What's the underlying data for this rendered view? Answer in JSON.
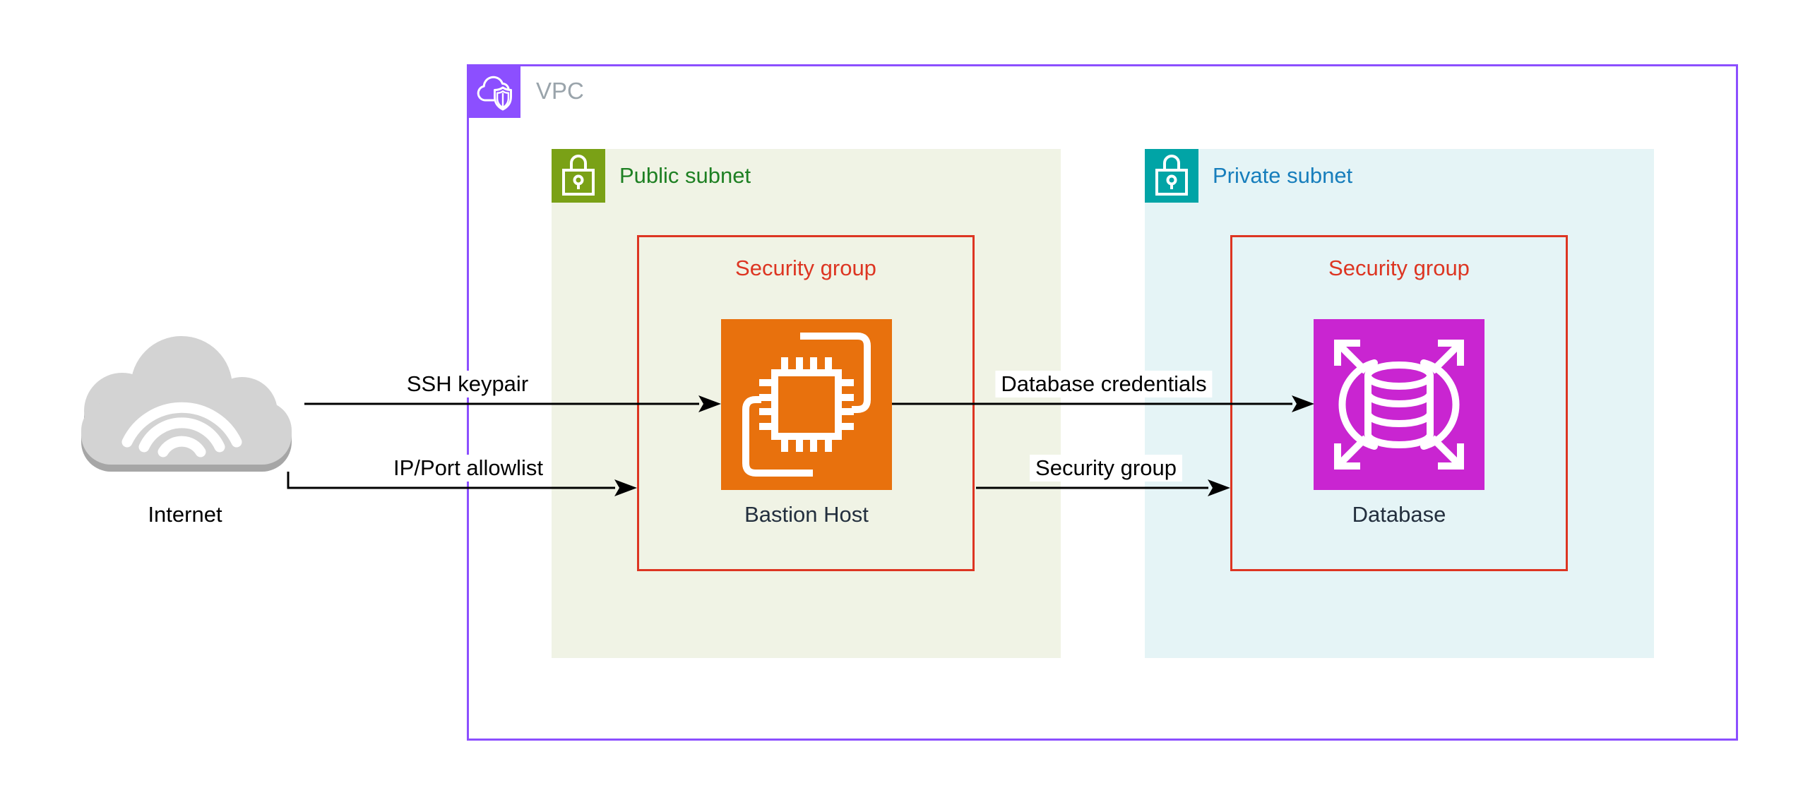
{
  "theme": {
    "canvas_bg": "#FFFFFF",
    "vpc_border": "#8C4FFF",
    "vpc_label_color": "#9AA4AB",
    "public_subnet_fill": "#F0F3E5",
    "public_subnet_icon_bg": "#7AA116",
    "public_subnet_label_color": "#1E8023",
    "private_subnet_fill": "#E5F4F6",
    "private_subnet_icon_bg": "#01A4A6",
    "private_subnet_label_color": "#177EBC",
    "security_group_color": "#DD3522",
    "bastion_icon_bg": "#E8710D",
    "database_icon_bg": "#C925D1",
    "node_label_color": "#232F3E",
    "arrow_color": "#000000",
    "edge_label_color": "#000000",
    "cloud_fill": "#D3D3D3",
    "cloud_shadow": "#A6A6A6"
  },
  "vpc": {
    "label": "VPC",
    "icon": "vpc-cloud-shield-icon",
    "public_subnet": {
      "label": "Public subnet",
      "icon": "padlock-icon",
      "security_group": {
        "label": "Security group"
      }
    },
    "private_subnet": {
      "label": "Private subnet",
      "icon": "padlock-icon",
      "security_group": {
        "label": "Security group"
      }
    }
  },
  "nodes": {
    "internet": {
      "label": "Internet",
      "icon": "internet-cloud-icon"
    },
    "bastion": {
      "label": "Bastion Host",
      "icon": "ec2-instance-icon"
    },
    "database": {
      "label": "Database",
      "icon": "rds-database-icon"
    }
  },
  "edges": [
    {
      "label": "SSH keypair",
      "from": "internet",
      "to": "bastion-host"
    },
    {
      "label": "IP/Port allowlist",
      "from": "internet",
      "to": "public-security-group"
    },
    {
      "label": "Database credentials",
      "from": "bastion-host",
      "to": "database"
    },
    {
      "label": "Security group",
      "from": "public-security-group",
      "to": "private-security-group"
    }
  ]
}
